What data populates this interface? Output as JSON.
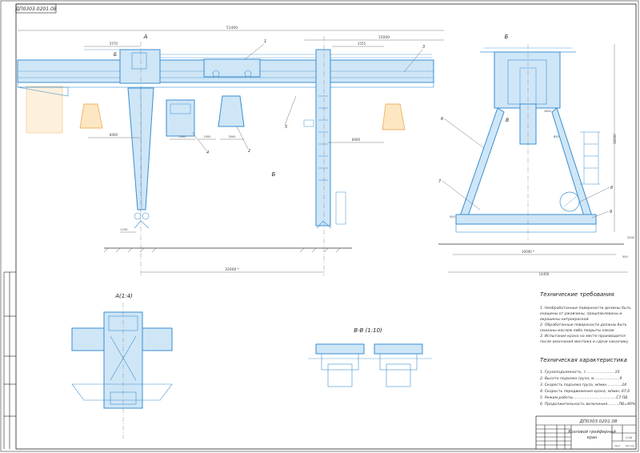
{
  "stamp_rotated": "ДП0303.0201.08",
  "views": {
    "A": "А",
    "B_title": "Б",
    "B_mark": "Б",
    "V_mark": "В",
    "A_detail": "А(1:4)",
    "V_detail": "В-В (1:10)"
  },
  "front_dims": {
    "overall": "51400",
    "span_right": "15000",
    "left_top": "5570",
    "right_top": "3555",
    "grab_left": "8000",
    "grab_right": "8000",
    "trolley_a": "2505",
    "trolley_b": "1500",
    "trolley_c": "3500",
    "leg_left": "1150",
    "rail_span": "32000 *"
  },
  "side_dims": {
    "height": "16000",
    "base": "10000 *",
    "overall": "14400",
    "small_a": "850",
    "small_b": "2600",
    "small_c": "500",
    "small_d": "2000",
    "small_e": "500"
  },
  "callouts": [
    "1",
    "2",
    "3",
    "4",
    "5",
    "6",
    "7",
    "8",
    "9"
  ],
  "tech_requirements": {
    "title": "Технические требования",
    "items": [
      "1. Необработанные поверхности должны быть",
      "очищены от ржавчины, прошпаклеваны и",
      "окрашены нитрокраской.",
      "2. Обработанные поверхности должны быть",
      "смазаны маслом либо покрыты лаком",
      "3. Испытания крана на месте производится",
      "после окончания монтажа и сдачи заказчику"
    ]
  },
  "tech_characteristics": {
    "title": "Техническая характеристика",
    "items": [
      "1. Грузоподъемность, т.........................10",
      "2. Высота подъема груза, м......................9",
      "3. Скорость подъема груза, м/мин.............24",
      "4. Скорость передвижения крана, м/мин..67,6",
      "5. Режим работы ....................................С7 ПВ",
      "6. Продолжительность включения..........ПВ=40%"
    ]
  },
  "title_block": {
    "doc_number": "ДП0303.0201.08",
    "name_line1": "Козловой грейферный",
    "name_line2": "кран",
    "scale": "1:50",
    "sheet": "Лист",
    "sheets": "Листов"
  }
}
